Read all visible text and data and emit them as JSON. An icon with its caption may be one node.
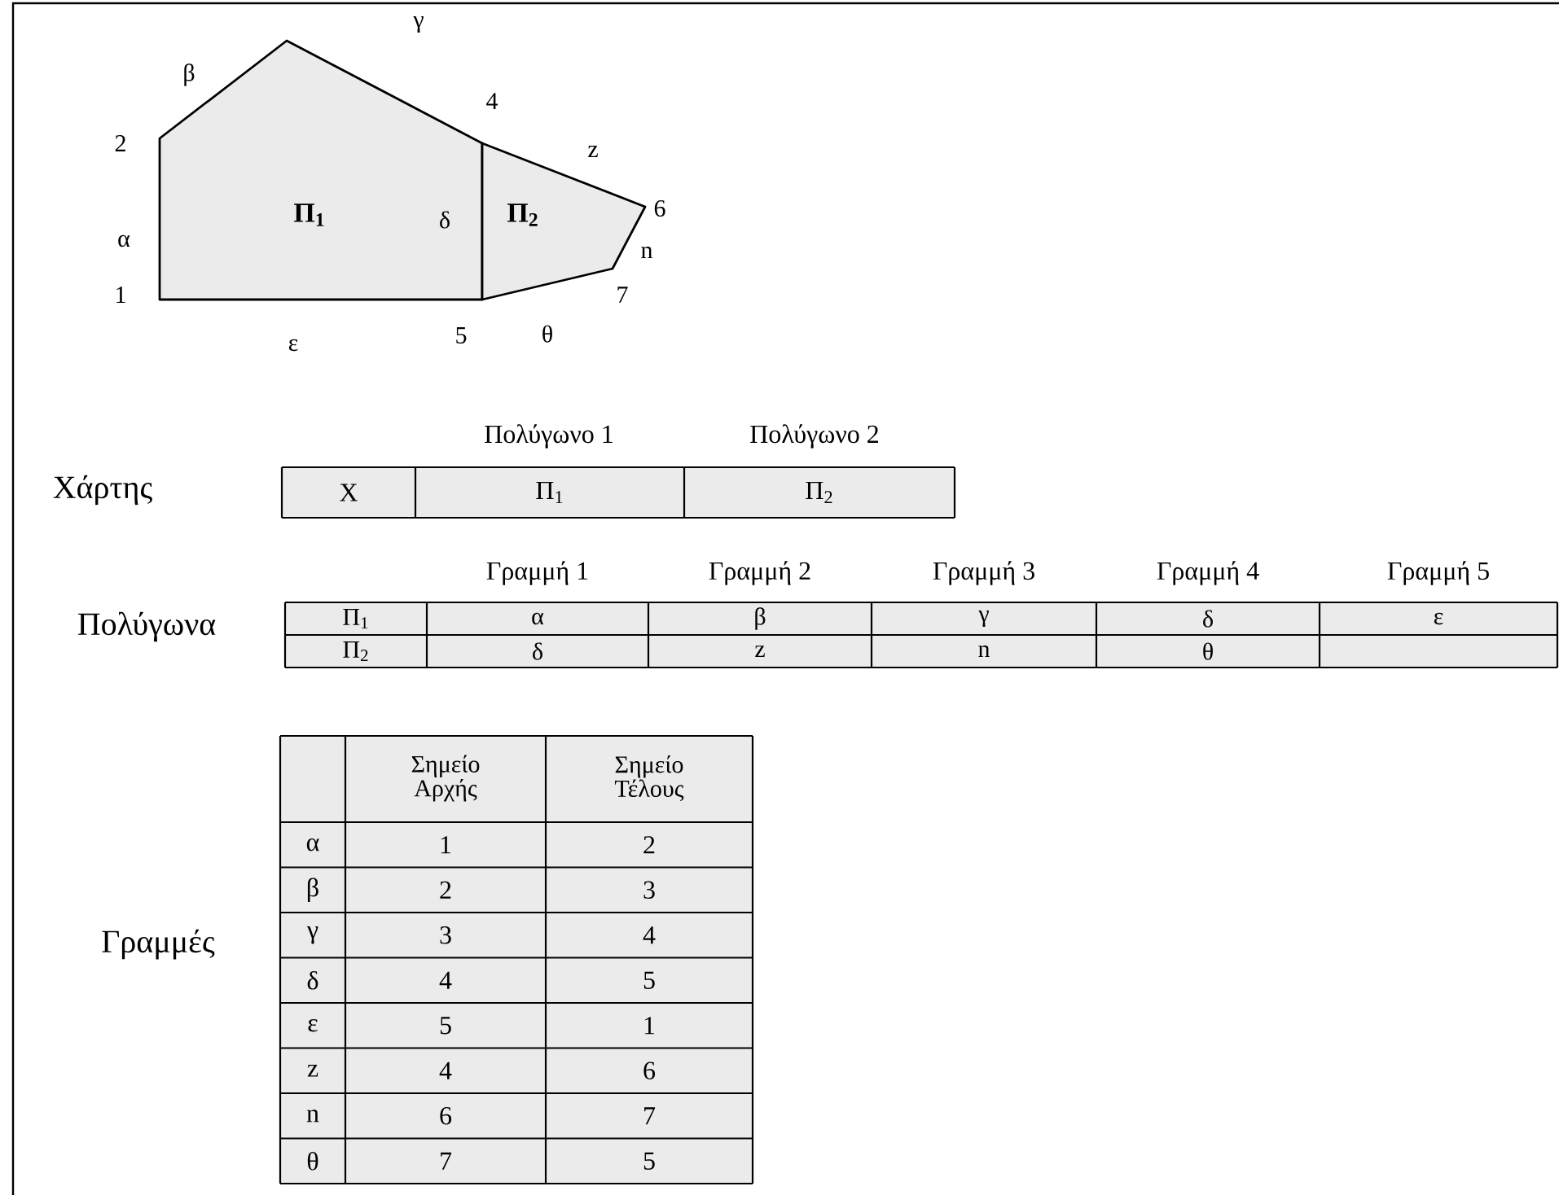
{
  "diagram": {
    "nodes": [
      {
        "text": [
          "Π$_{1}$"
        ]
      },
      {
        "text": [
          "Π$_{2}$"
        ]
      }
    ],
    "labels": [
      "β",
      "γ",
      "4",
      "2",
      "z",
      "6",
      "α",
      "δ",
      "n",
      "1",
      "7",
      "ε",
      "5",
      "θ",
      "Πολύγωνο 1",
      "Πολύγωνο 2",
      "Χάρτης",
      "X",
      "Π$_{1}$",
      "Π$_{2}$",
      "Γραμμή 1",
      "Γραμμή 2",
      "Γραμμή 3",
      "Γραμμή 4",
      "Γραμμή 5",
      "Πολύγωνα",
      "Π$_{1}$",
      "α",
      "β",
      "γ",
      "δ",
      "ε",
      "Π$_{2}$",
      "δ",
      "z",
      "n",
      "θ",
      "Σημείο Αρχής",
      "Σημείο Τέλους",
      "Γραμμές",
      "α",
      "1",
      "2",
      "β",
      "2",
      "3",
      "γ",
      "3",
      "4",
      "δ",
      "4",
      "5",
      "ε",
      "5",
      "1",
      "z",
      "4",
      "6",
      "n",
      "6",
      "7",
      "θ",
      "7",
      "5"
    ]
  }
}
